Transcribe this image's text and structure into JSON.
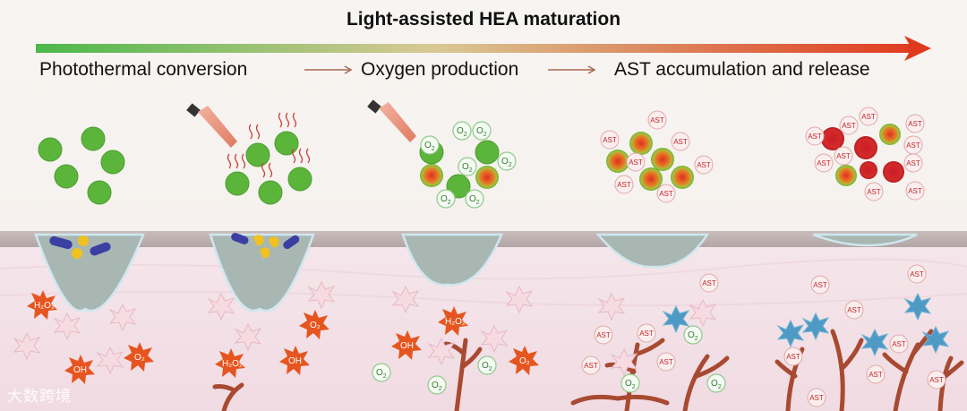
{
  "title": "Light-assisted HEA maturation",
  "stages": {
    "photothermal": "Photothermal conversion",
    "oxygen": "Oxygen production",
    "ast": "AST accumulation and release"
  },
  "labels": {
    "ast": "AST",
    "o2": "O",
    "o2_sub": "2",
    "h2o2": "H₂O₂",
    "oh": "OH",
    "o2_radical": "O₂"
  },
  "watermark": "大数跨境",
  "colors": {
    "arrow_start": "#4cb84a",
    "arrow_end": "#e03a1e",
    "particle_green": "#5cb53b",
    "particle_red": "#d0262a",
    "ast_text": "#c0262a",
    "vessel": "#a84a32",
    "tissue": "#f3dfe5"
  }
}
